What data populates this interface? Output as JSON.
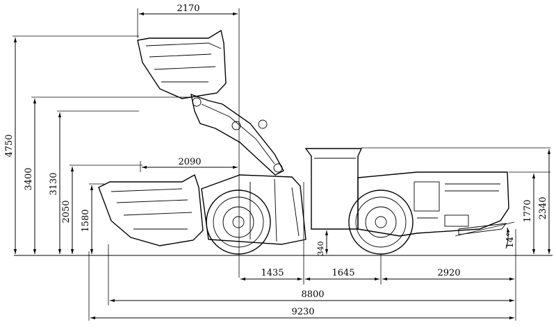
{
  "dimensions": {
    "top_reach": "2170",
    "dump_reach": "2090",
    "max_height": "4750",
    "pin_height": "3400",
    "dump_height": "3130",
    "canopy_height": "2340",
    "rear_height": "1770",
    "lower_height_1": "2050",
    "lower_height_2": "1580",
    "front_axle_offset": "1435",
    "wheelbase": "1645",
    "rear_overhang": "2920",
    "overall_length": "8800",
    "total_length": "9230",
    "ground_clearance": "340",
    "departure_angle": "14°"
  }
}
